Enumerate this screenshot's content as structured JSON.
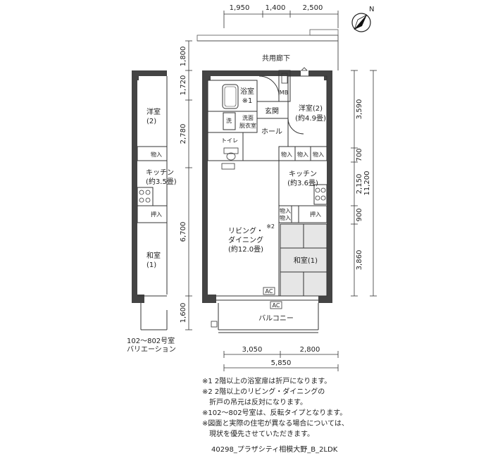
{
  "dims_top": [
    "1,950",
    "1,400",
    "2,500"
  ],
  "dims_left": [
    "1,800",
    "1,720",
    "2,780",
    "6,700",
    "1,600"
  ],
  "dims_right": [
    "3,590",
    "700",
    "2,150",
    "900",
    "3,860"
  ],
  "dim_right_total": "11,200",
  "dims_bottom": [
    "3,050",
    "2,800"
  ],
  "dim_bottom_total": "5,850",
  "compass": "N",
  "rooms": {
    "corridor": "共用廊下",
    "bath": "浴室",
    "bath_note": "※1",
    "mb": "MB",
    "entrance": "玄関",
    "western2": "洋室(2)",
    "western2_size": "(約4.9畳)",
    "sink": "洗",
    "washroom_1": "洗面",
    "washroom_2": "脱衣室",
    "hall": "ホール",
    "toilet": "トイレ",
    "storage": "物入",
    "kitchen": "キッチン",
    "kitchen_size": "(約3.6畳)",
    "closet": "押入",
    "living_1": "リビング・",
    "living_2": "ダイニング",
    "living_size": "(約12.0畳)",
    "living_note": "※2",
    "japanese": "和室(1)",
    "ac": "AC",
    "balcony": "バルコニー"
  },
  "variation": {
    "western2": "洋室",
    "western2_num": "(2)",
    "storage": "物入",
    "kitchen": "キッチン",
    "kitchen_size": "(約3.5畳)",
    "closet": "押入",
    "japanese": "和室",
    "japanese_num": "(1)",
    "caption_1": "102～802号室",
    "caption_2": "バリエーション"
  },
  "notes": [
    "※1 2階以上の浴室扉は折戸になります。",
    "※2 2階以上のリビング・ダイニングの",
    "　折戸の吊元は反対になります。",
    "※102～802号室は、反転タイプとなります。",
    "※図面と実際の住宅が異なる場合については、",
    "　現状を優先させていただきます。"
  ],
  "footer": "40298_プラザシティ相模大野_B_2LDK"
}
